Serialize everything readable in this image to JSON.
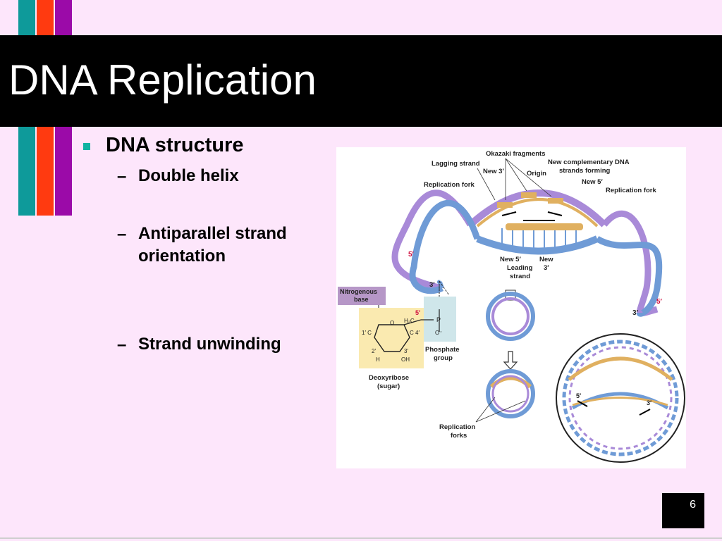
{
  "slide": {
    "title": "DNA Replication",
    "page_number": "6"
  },
  "bullets": {
    "main": "DNA structure",
    "sub1": "Double helix",
    "sub2_line1": "Antiparallel strand",
    "sub2_line2": "orientation",
    "sub3": "Strand unwinding",
    "dash": "–"
  },
  "figure": {
    "okazaki": "Okazaki fragments",
    "lagging": "Lagging strand",
    "new3_top": "New 3′",
    "origin": "Origin",
    "new_complementary_1": "New complementary DNA",
    "new_complementary_2": "strands forming",
    "replication_fork_left": "Replication fork",
    "new5_top": "New 5′",
    "replication_fork_right": "Replication fork",
    "five_prime_left": "5′",
    "new5_mid": "New 5′",
    "leading_1": "Leading",
    "leading_2": "strand",
    "new3_mid_1": "New",
    "new3_mid_2": "3′",
    "nitrogenous_1": "Nitrogenous",
    "nitrogenous_2": "base",
    "three_prime_top": "3′",
    "five_prime_sugar": "5′",
    "h2c": "H₂C",
    "o_ring": "O",
    "c1": "1′ C",
    "c4": "C 4′",
    "c2": "2′",
    "c3": "3′",
    "h": "H",
    "oh": "OH",
    "phosphate_1": "Phosphate",
    "phosphate_2": "group",
    "deoxyribose_1": "Deoxyribose",
    "deoxyribose_2": "(sugar)",
    "p": "P",
    "o_minus": "O⁻",
    "replication_forks_1": "Replication",
    "replication_forks_2": "forks",
    "three_prime_right": "3′",
    "five_prime_right": "5′",
    "five_prime_circle": "5′",
    "three_prime_circle": "3′"
  },
  "colors": {
    "teal": "#0e9a9a",
    "red": "#ff3a10",
    "purple": "#9b0aa8",
    "background": "#fde6fb",
    "strand_blue": "#6f9bd6",
    "strand_purple": "#a98ad8",
    "new_strand_tan": "#e0b060",
    "sugar_yellow": "#faeab0",
    "phosphate_teal": "#cfe6ea",
    "base_label": "#b697c7"
  }
}
